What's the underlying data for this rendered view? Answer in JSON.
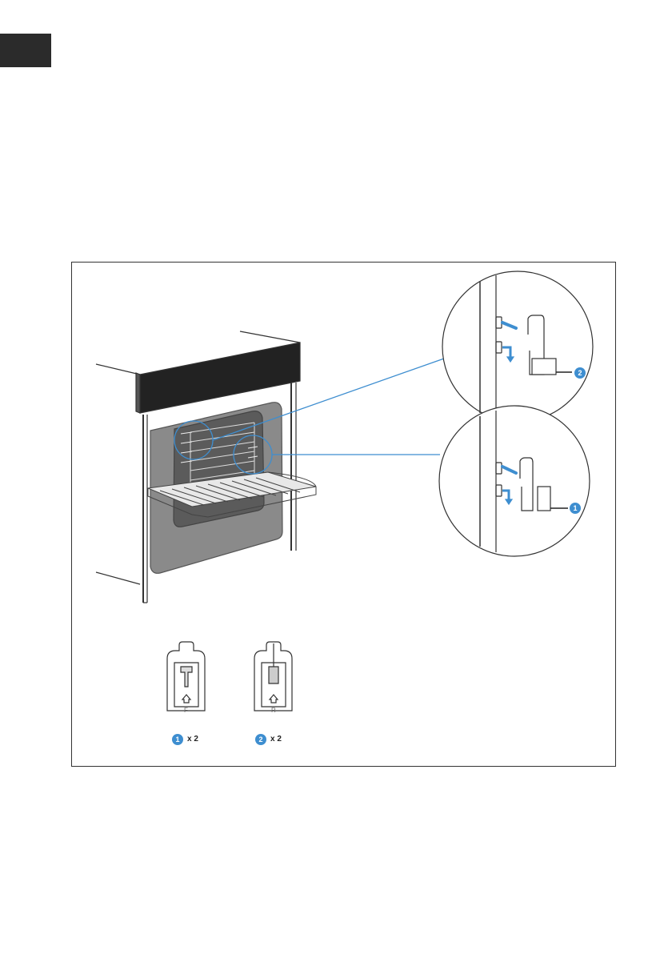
{
  "colors": {
    "accent": "#3e8ed0",
    "tab": "#2b2b2b",
    "line": "#333333"
  },
  "callouts": {
    "top": "2",
    "bottom": "1"
  },
  "parts": [
    {
      "marker": "1",
      "qty": "x 2",
      "embossed": "F"
    },
    {
      "marker": "2",
      "qty": "x 2",
      "embossed": "R"
    }
  ]
}
